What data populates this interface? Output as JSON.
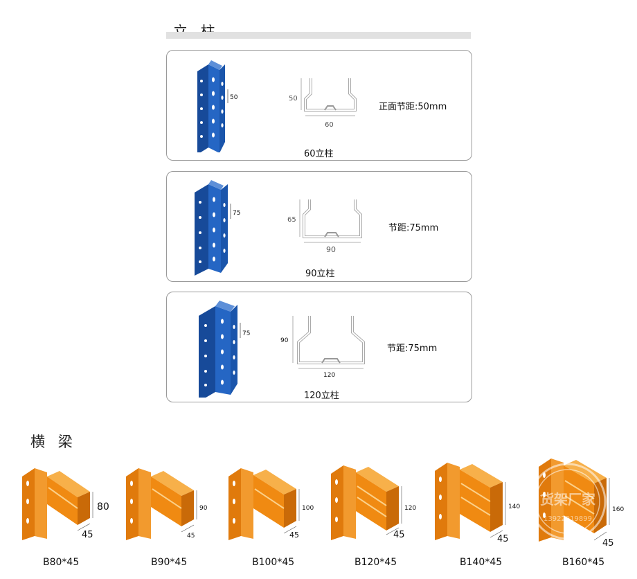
{
  "uprights_section": {
    "title": "立 柱"
  },
  "beams_section": {
    "title": "横 梁"
  },
  "uprights": [
    {
      "caption": "60立柱",
      "pitch_text": "正面节距:50mm",
      "post_dim": "50",
      "profile_height": "50",
      "profile_width": "60"
    },
    {
      "caption": "90立柱",
      "pitch_text": "节距:75mm",
      "post_dim": "75",
      "profile_height": "65",
      "profile_width": "90"
    },
    {
      "caption": "120立柱",
      "pitch_text": "节距:75mm",
      "post_dim": "75",
      "profile_height": "90",
      "profile_width": "120"
    }
  ],
  "beams": [
    {
      "label": "B80*45",
      "height": "80",
      "width": "45"
    },
    {
      "label": "B90*45",
      "height": "90",
      "width": "45"
    },
    {
      "label": "B100*45",
      "height": "100",
      "width": "45"
    },
    {
      "label": "B120*45",
      "height": "120",
      "width": "45"
    },
    {
      "label": "B140*45",
      "height": "140",
      "width": "45"
    },
    {
      "label": "B160*45",
      "height": "160",
      "width": "45"
    }
  ],
  "watermark": {
    "line1": "货架厂家",
    "line2": "13922919899"
  },
  "colors": {
    "post_blue": "#1f5fb8",
    "beam_orange": "#f08a12",
    "panel_border": "#9a9a9a"
  }
}
